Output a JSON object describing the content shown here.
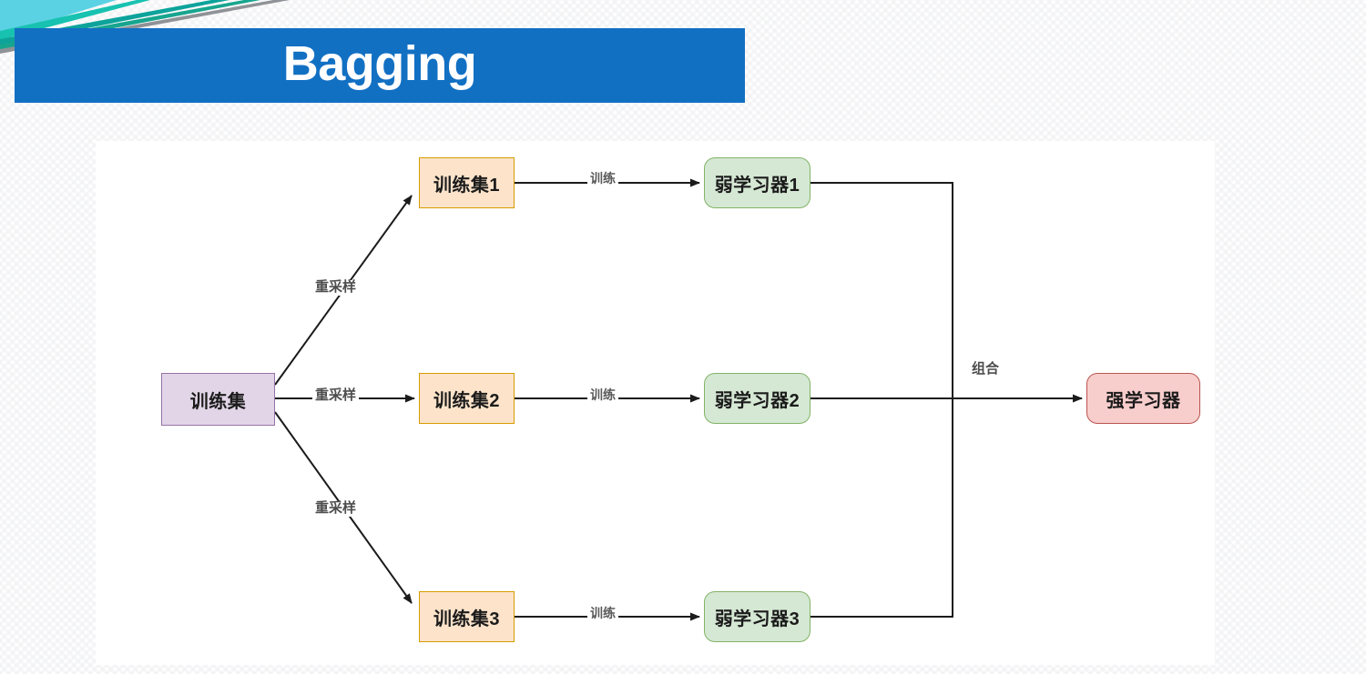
{
  "slide": {
    "title": "Bagging",
    "title_banner_color": "#1270C3",
    "background_color": "#ffffff",
    "decor": {
      "stripe_colors": [
        "#5BD2E4",
        "#16B0A0",
        "#0FA3A3",
        "#8A8A8A"
      ]
    }
  },
  "diagram": {
    "type": "flowchart",
    "canvas_background": "#ffffff",
    "nodes": [
      {
        "id": "src",
        "label": "训练集",
        "role": "source",
        "fill": "#E1D5E7",
        "stroke": "#9673A6",
        "shape": "rect"
      },
      {
        "id": "train1",
        "label": "训练集1",
        "role": "sample-set",
        "fill": "#FCE3CA",
        "stroke": "#D79B00",
        "shape": "rect"
      },
      {
        "id": "train2",
        "label": "训练集2",
        "role": "sample-set",
        "fill": "#FCE3CA",
        "stroke": "#D79B00",
        "shape": "rect"
      },
      {
        "id": "train3",
        "label": "训练集3",
        "role": "sample-set",
        "fill": "#FCE3CA",
        "stroke": "#D79B00",
        "shape": "rect"
      },
      {
        "id": "weak1",
        "label": "弱学习器1",
        "role": "weak-learner",
        "fill": "#D5E8D4",
        "stroke": "#82B366",
        "shape": "rounded"
      },
      {
        "id": "weak2",
        "label": "弱学习器2",
        "role": "weak-learner",
        "fill": "#D5E8D4",
        "stroke": "#82B366",
        "shape": "rounded"
      },
      {
        "id": "weak3",
        "label": "弱学习器3",
        "role": "weak-learner",
        "fill": "#D5E8D4",
        "stroke": "#82B366",
        "shape": "rounded"
      },
      {
        "id": "strong",
        "label": "强学习器",
        "role": "result",
        "fill": "#F8CECC",
        "stroke": "#B85450",
        "shape": "rounded"
      }
    ],
    "edge_labels": {
      "resample_1": "重采样",
      "resample_2": "重采样",
      "resample_3": "重采样",
      "train_1": "训练",
      "train_2": "训练",
      "train_3": "训练",
      "combine": "组合"
    }
  }
}
